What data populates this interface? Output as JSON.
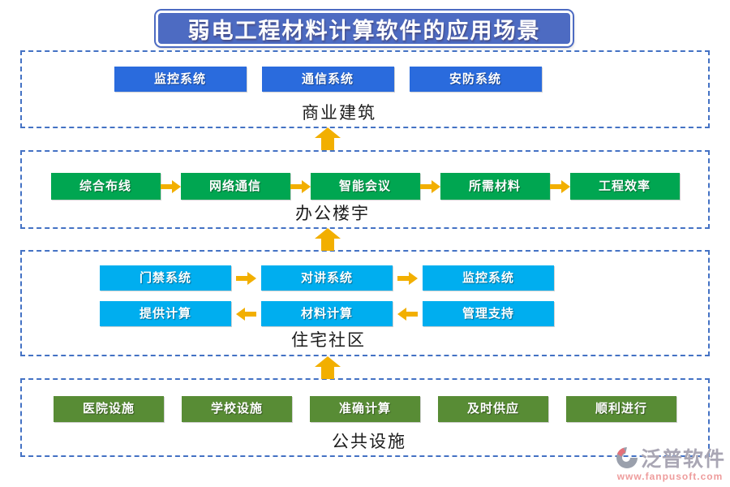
{
  "title": "弱电工程材料计算软件的应用场景",
  "sections": [
    {
      "id": "commercial",
      "label": "商业建筑",
      "button_color": "#2A6BDD",
      "rows": [
        {
          "direction": "none",
          "items": [
            "监控系统",
            "通信系统",
            "安防系统"
          ]
        }
      ]
    },
    {
      "id": "office",
      "label": "办公楼宇",
      "button_color": "#00A651",
      "rows": [
        {
          "direction": "right",
          "items": [
            "综合布线",
            "网络通信",
            "智能会议",
            "所需材料",
            "工程效率"
          ]
        }
      ]
    },
    {
      "id": "residential",
      "label": "住宅社区",
      "button_color": "#00AEEF",
      "rows": [
        {
          "direction": "right",
          "items": [
            "门禁系统",
            "对讲系统",
            "监控系统"
          ]
        },
        {
          "direction": "left",
          "items": [
            "提供计算",
            "材料计算",
            "管理支持"
          ]
        }
      ]
    },
    {
      "id": "public",
      "label": "公共设施",
      "button_color": "#588C35",
      "rows": [
        {
          "direction": "none",
          "items": [
            "医院设施",
            "学校设施",
            "准确计算",
            "及时供应",
            "顺利进行"
          ]
        }
      ]
    }
  ],
  "colors": {
    "title_bg": "#4D6BC2",
    "box_border": "#4472C4",
    "arrow": "#F2AF00",
    "icon_gray": "#9AA0AC",
    "icon_pink": "#E4717A"
  },
  "footer": {
    "brand": "泛普软件",
    "url": "www.fanpusoft.com",
    "brand_color": "#A9A6B4",
    "url_color": "#EE9C9C"
  }
}
